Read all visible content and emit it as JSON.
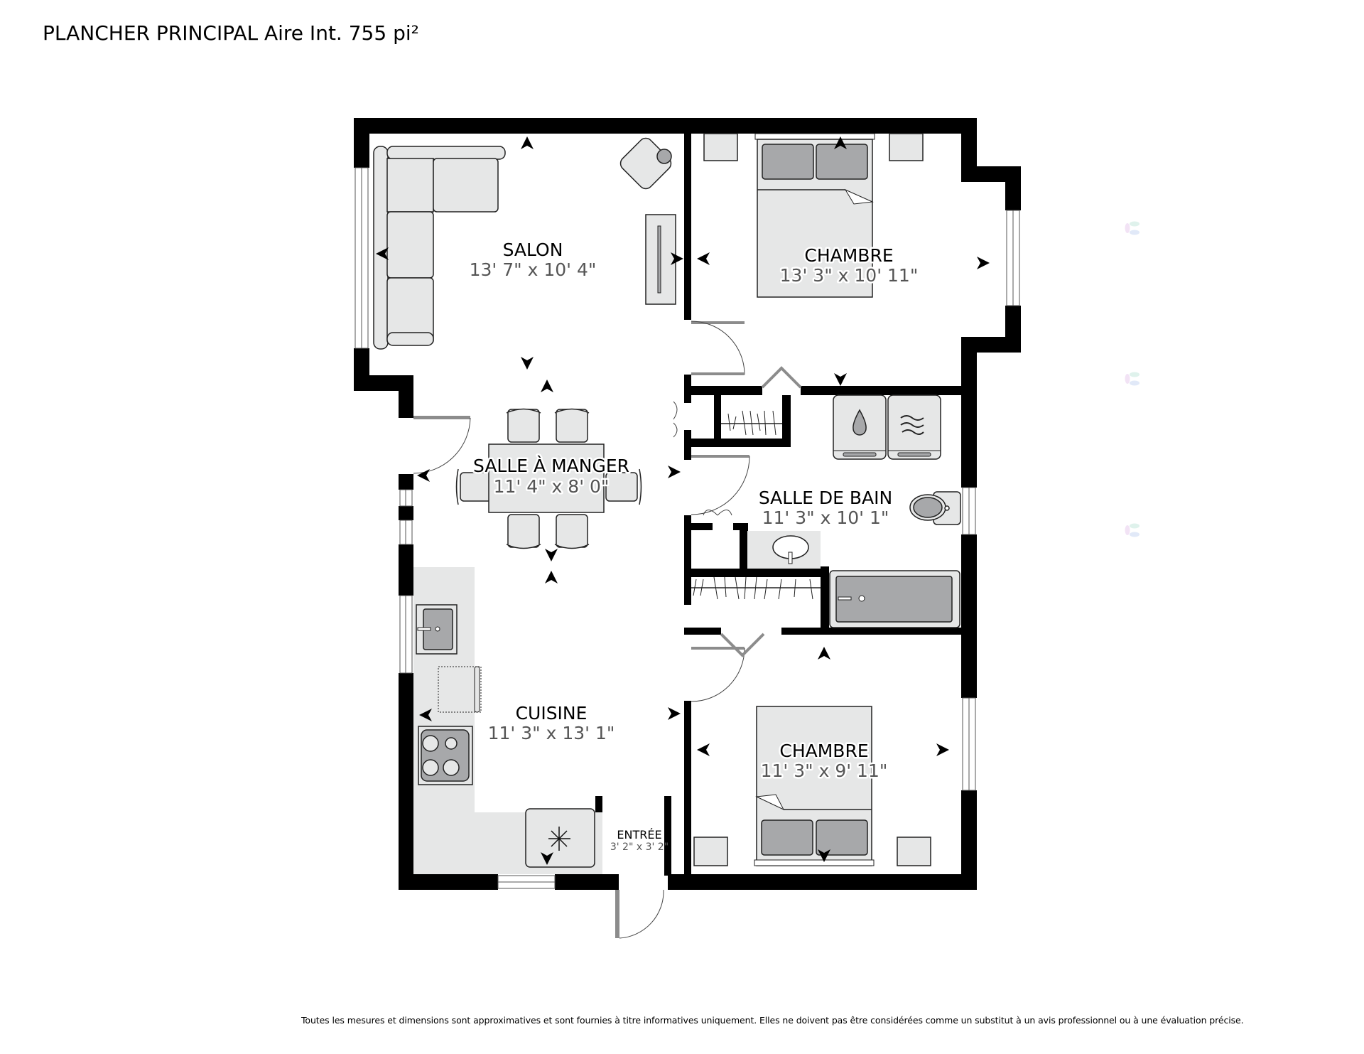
{
  "header": {
    "title": "PLANCHER PRINCIPAL Aire Int. 755 pi²"
  },
  "rooms": {
    "salon": {
      "name": "SALON",
      "dims": "13' 7\" x 10' 4\""
    },
    "chambre_1": {
      "name": "CHAMBRE",
      "dims": "13' 3\" x 10' 11\""
    },
    "salle_a_manger": {
      "name": "SALLE À MANGER",
      "dims": "11' 4\" x 8' 0\""
    },
    "salle_de_bain": {
      "name": "SALLE DE BAIN",
      "dims": "11' 3\" x 10' 1\""
    },
    "cuisine": {
      "name": "CUISINE",
      "dims": "11' 3\" x 13' 1\""
    },
    "chambre_2": {
      "name": "CHAMBRE",
      "dims": "11' 3\" x 9' 11\""
    },
    "entree": {
      "name": "ENTRÉE",
      "dims": "3' 2\" x 3' 2\""
    }
  },
  "footer": {
    "disclaimer": "Toutes les mesures et dimensions sont approximatives et sont fournies à titre informatives uniquement. Elles ne doivent pas être considérées comme un substitut à un avis professionnel ou à une évaluation précise."
  },
  "icons": {
    "washer": "water-drop-icon",
    "dryer": "heat-waves-icon",
    "fridge": "snowflake-icon",
    "watermark": "logo-watermark-icon"
  },
  "colors": {
    "wall": "#000000",
    "furniture_fill": "#e6e7e7",
    "furniture_dark": "#a7a8aa",
    "dim_text": "#555555",
    "door_leaf": "#8c8c8c"
  }
}
